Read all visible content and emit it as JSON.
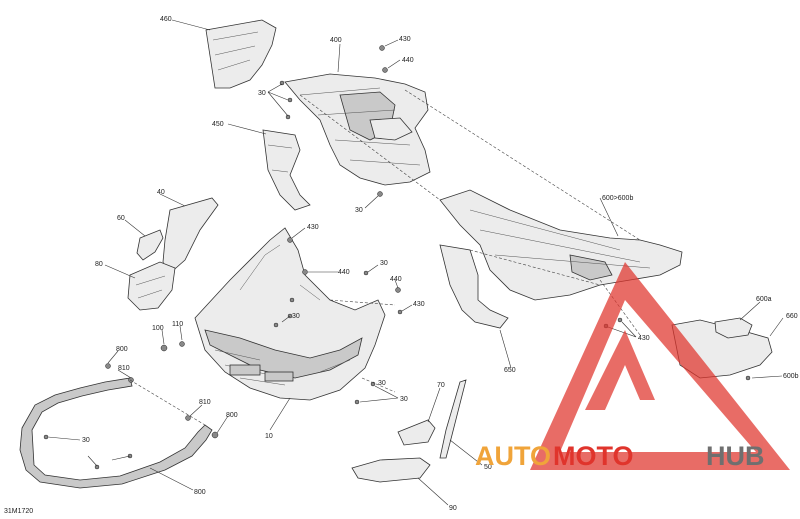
{
  "diagram": {
    "drawing_number": "31M1720",
    "callouts": [
      {
        "id": "c460",
        "label": "460"
      },
      {
        "id": "c400",
        "label": "400"
      },
      {
        "id": "c430a",
        "label": "430"
      },
      {
        "id": "c440a",
        "label": "440"
      },
      {
        "id": "c30a",
        "label": "30"
      },
      {
        "id": "c450",
        "label": "450"
      },
      {
        "id": "c30b",
        "label": "30"
      },
      {
        "id": "c600",
        "label": "600>600b"
      },
      {
        "id": "c40",
        "label": "40"
      },
      {
        "id": "c60",
        "label": "60"
      },
      {
        "id": "c80",
        "label": "80"
      },
      {
        "id": "c430b",
        "label": "430"
      },
      {
        "id": "c440b",
        "label": "440"
      },
      {
        "id": "c30c",
        "label": "30"
      },
      {
        "id": "c440c",
        "label": "440"
      },
      {
        "id": "c430c",
        "label": "430"
      },
      {
        "id": "c30d",
        "label": "30"
      },
      {
        "id": "c100",
        "label": "100"
      },
      {
        "id": "c110",
        "label": "110"
      },
      {
        "id": "c800a",
        "label": "800"
      },
      {
        "id": "c810a",
        "label": "810"
      },
      {
        "id": "c10",
        "label": "10"
      },
      {
        "id": "c30e",
        "label": "30"
      },
      {
        "id": "c30f",
        "label": "30"
      },
      {
        "id": "c650",
        "label": "650"
      },
      {
        "id": "c430d",
        "label": "430"
      },
      {
        "id": "c600a",
        "label": "600a"
      },
      {
        "id": "c660",
        "label": "660"
      },
      {
        "id": "c600b",
        "label": "600b"
      },
      {
        "id": "c70",
        "label": "70"
      },
      {
        "id": "c50",
        "label": "50"
      },
      {
        "id": "c90",
        "label": "90"
      },
      {
        "id": "c810b",
        "label": "810"
      },
      {
        "id": "c800b",
        "label": "800"
      },
      {
        "id": "c30g",
        "label": "30"
      },
      {
        "id": "c800c",
        "label": "800"
      }
    ]
  },
  "watermark": {
    "part1": "AUTO",
    "part2": "MOTO",
    "part3": "HUB",
    "color_red": "#e0342c",
    "color_orange": "#f0a43a",
    "color_gray": "#6f6f6f"
  }
}
